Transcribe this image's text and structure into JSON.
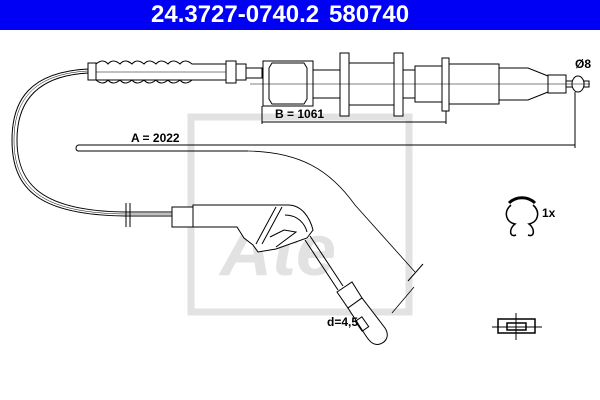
{
  "header": {
    "part_number": "24.3727-0740.2",
    "reference_number": "580740",
    "background_color": "#0000f5"
  },
  "dimensions": {
    "a_label": "A = 2022",
    "b_label": "B = 1061",
    "diameter_label": "Ø8",
    "d_label": "d=4,5"
  },
  "accessories": {
    "clip_quantity": "1x"
  },
  "watermark": {
    "brand": "Ate",
    "color": "#e0e0e0"
  },
  "icons": [
    "retaining-clip-icon",
    "mount-symbol-icon",
    "ate-logo-watermark"
  ]
}
